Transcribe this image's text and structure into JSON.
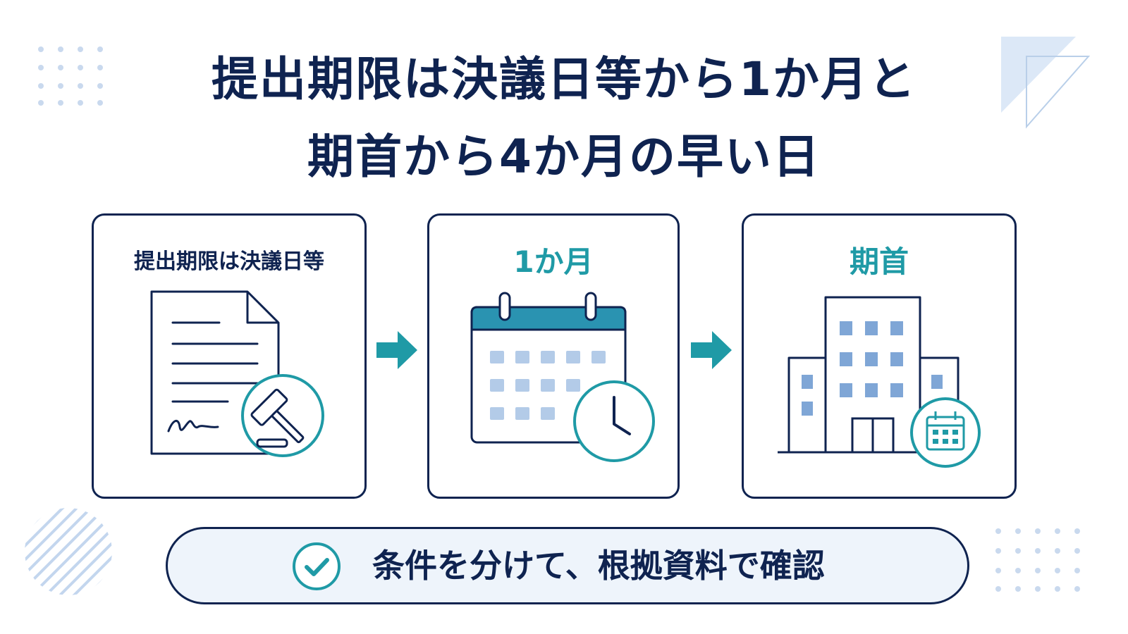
{
  "title": {
    "line1": "提出期限は決議日等から1か月と",
    "line2": "期首から4か月の早い日"
  },
  "steps": [
    {
      "label": "提出期限は決議日等",
      "icon": "document-gavel-icon"
    },
    {
      "label": "1か月",
      "icon": "calendar-clock-icon"
    },
    {
      "label": "期首",
      "icon": "building-calendar-icon"
    }
  ],
  "banner": {
    "text": "条件を分けて、根拠資料で確認",
    "icon": "check-circle-icon"
  },
  "colors": {
    "navy": "#0f2350",
    "teal": "#1f9aa6",
    "light_blue": "#a9c4e4",
    "banner_bg": "#eef4fb"
  }
}
